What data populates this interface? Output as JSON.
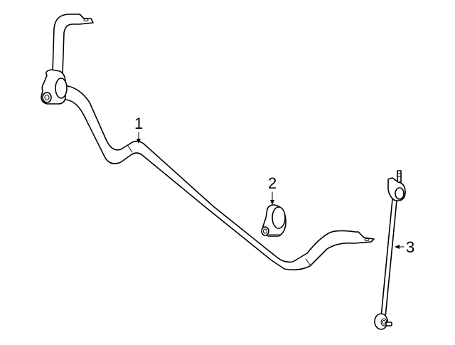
{
  "diagram": {
    "background": "#ffffff",
    "line_color": "#000000",
    "callouts": [
      {
        "number": "1",
        "part": "stabilizer-bar"
      },
      {
        "number": "2",
        "part": "bushing"
      },
      {
        "number": "3",
        "part": "stabilizer-link"
      }
    ]
  }
}
